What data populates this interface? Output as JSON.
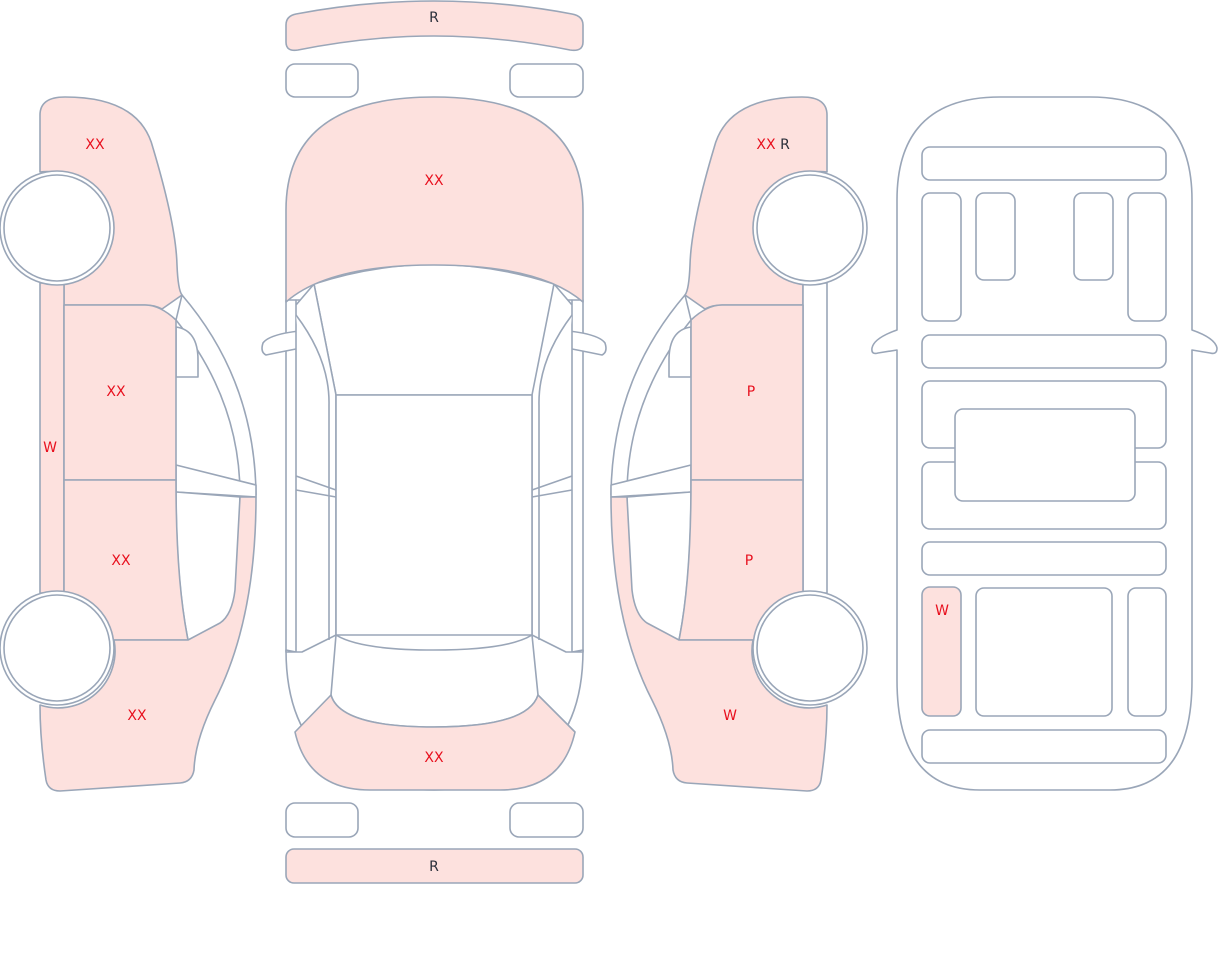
{
  "colors": {
    "damaged_fill": "#fde1de",
    "outline": "#9aa6b8",
    "damage_code": "#e8101e",
    "repair_code": "#2a2f3a"
  },
  "top_view": {
    "front_bumper": {
      "codes": "R"
    },
    "hood": {
      "codes": "XX"
    },
    "trunk": {
      "codes": "XX"
    },
    "rear_bumper": {
      "codes": "R"
    }
  },
  "left_side": {
    "front_fender": {
      "codes": "XX"
    },
    "front_door": {
      "codes": "XX"
    },
    "sill": {
      "codes": "W"
    },
    "rear_door": {
      "codes": "XX"
    },
    "rear_quarter": {
      "codes": "XX"
    }
  },
  "right_side": {
    "front_fender": {
      "codes": "XX",
      "extra": "R"
    },
    "front_door": {
      "codes": "P"
    },
    "rear_door": {
      "codes": "P"
    },
    "rear_quarter": {
      "codes": "W"
    }
  },
  "interior": {
    "rear_left_panel": {
      "codes": "W"
    }
  }
}
